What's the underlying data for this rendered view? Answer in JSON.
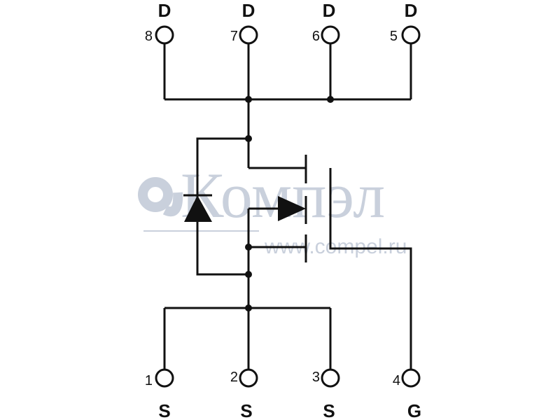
{
  "diagram": {
    "type": "MOSFET pinout schematic",
    "top_pins": [
      {
        "number": "8",
        "name": "D"
      },
      {
        "number": "7",
        "name": "D"
      },
      {
        "number": "6",
        "name": "D"
      },
      {
        "number": "5",
        "name": "D"
      }
    ],
    "bottom_pins": [
      {
        "number": "1",
        "name": "S"
      },
      {
        "number": "2",
        "name": "S"
      },
      {
        "number": "3",
        "name": "S"
      },
      {
        "number": "4",
        "name": "G"
      }
    ]
  },
  "watermark": {
    "brand": "Компэл",
    "url": "www.compel.ru",
    "color": "#c9d0dc"
  }
}
